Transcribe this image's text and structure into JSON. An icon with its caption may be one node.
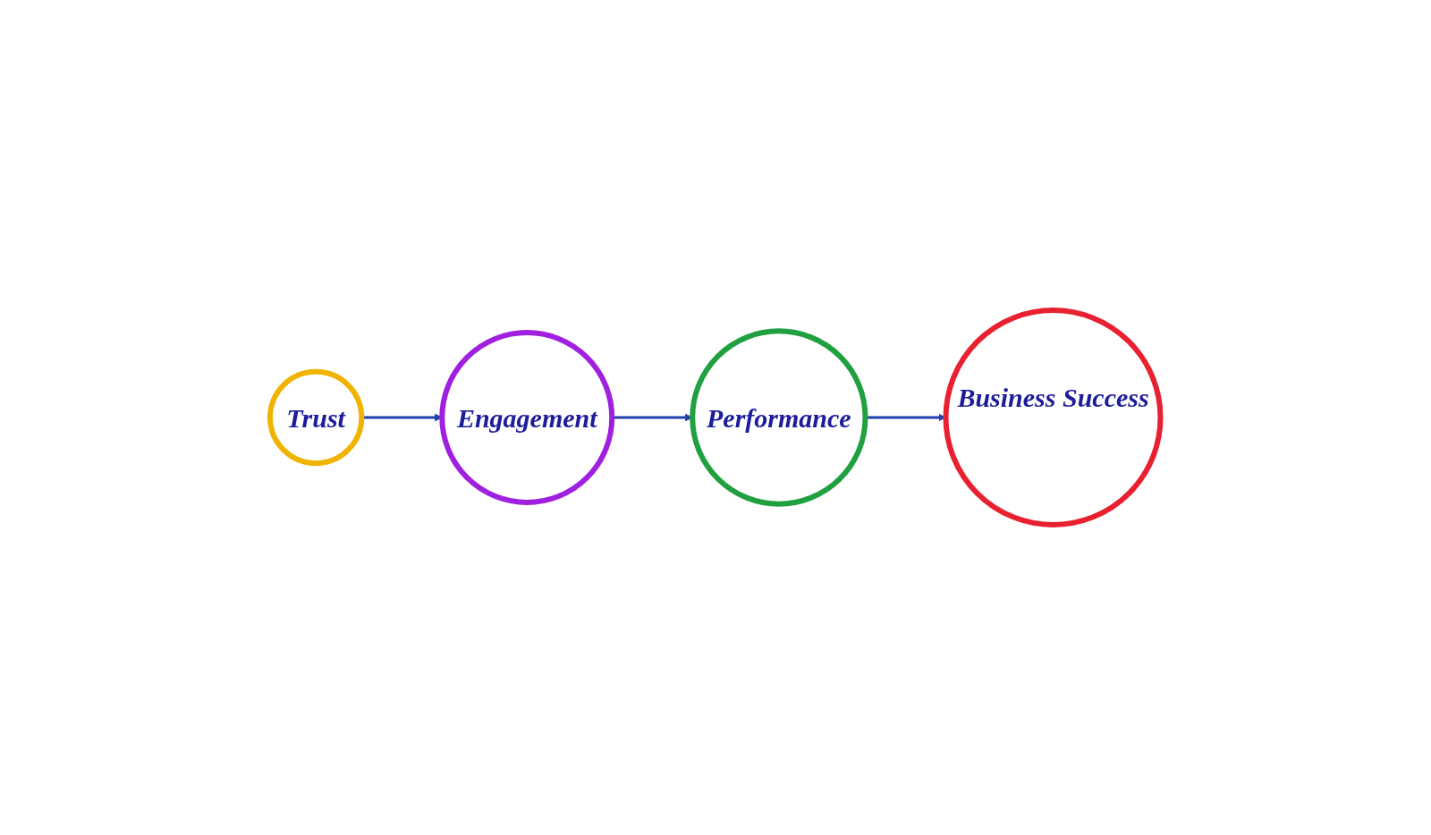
{
  "diagram": {
    "nodes": [
      {
        "text": [
          "Trust"
        ]
      },
      {
        "text": [
          "Engagement"
        ]
      },
      {
        "text": [
          "Performance"
        ]
      },
      {
        "text": [
          "Business Success"
        ]
      }
    ],
    "edges": [
      {
        "from": 0,
        "to": 1,
        "arrow": "to"
      },
      {
        "from": 1,
        "to": 2,
        "arrow": "to"
      },
      {
        "from": 2,
        "to": 3,
        "arrow": "to"
      }
    ]
  }
}
